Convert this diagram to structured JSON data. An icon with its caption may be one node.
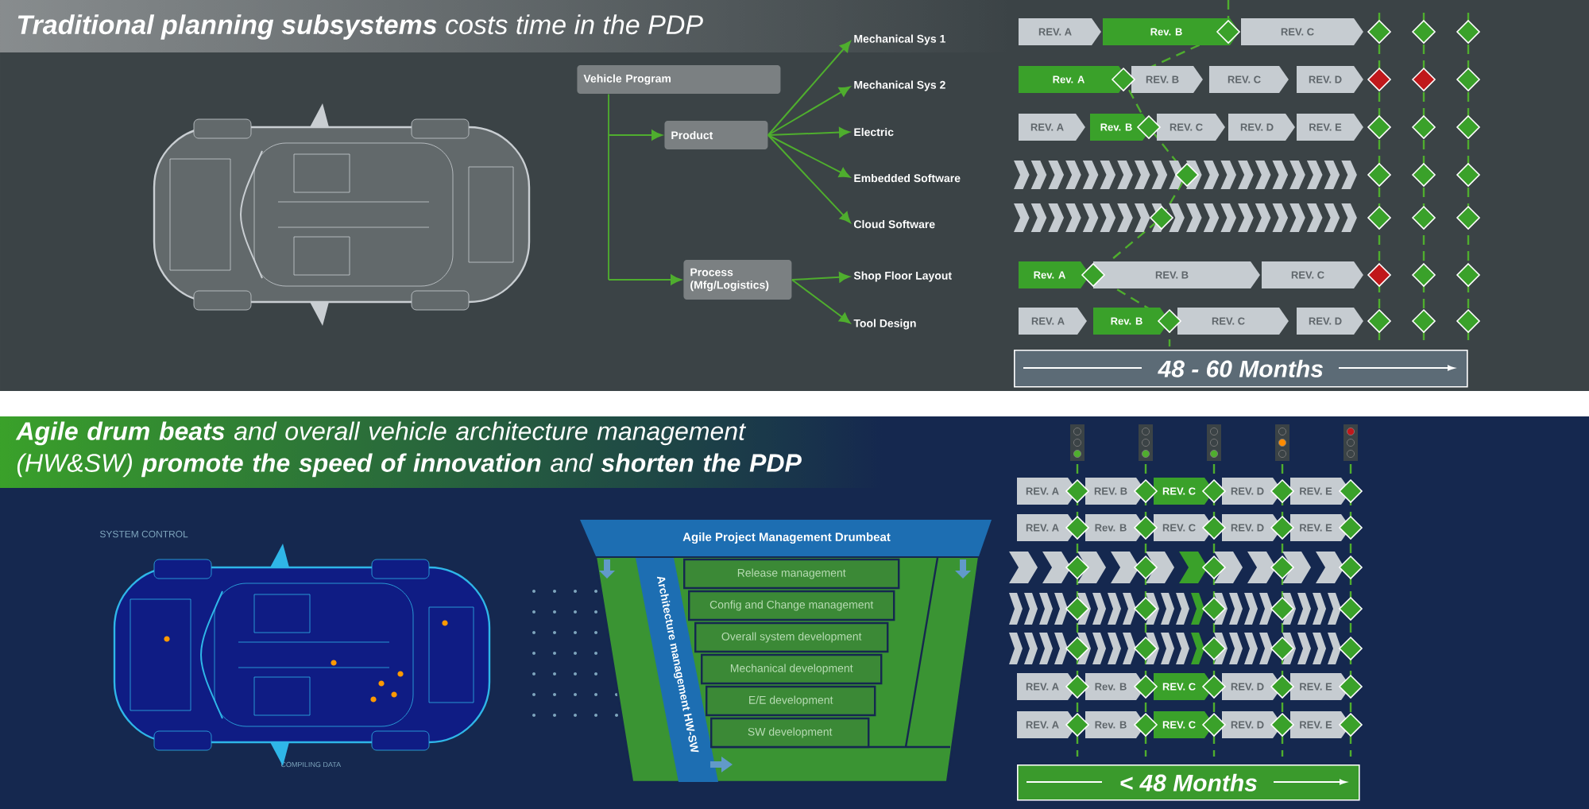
{
  "diagram": {
    "nodes": [
      {
        "text": [
          "Vehicle Program"
        ]
      },
      {
        "text": [
          "Product"
        ]
      },
      {
        "text": [
          "Process (Mfg/Logistics)"
        ]
      },
      {
        "text": [
          "Mechanical Sys 1"
        ]
      },
      {
        "text": [
          "Mechanical Sys 2"
        ]
      },
      {
        "text": [
          "Electric"
        ]
      },
      {
        "text": [
          "Embedded Software"
        ]
      },
      {
        "text": [
          "Cloud Software"
        ]
      },
      {
        "text": [
          "Shop Floor Layout"
        ]
      },
      {
        "text": [
          "Tool Design"
        ]
      },
      {
        "text": [
          "REV. A"
        ]
      },
      {
        "text": [
          "Rev. B"
        ]
      },
      {
        "text": [
          "REV. C"
        ]
      },
      {
        "text": [
          "Rev. A"
        ]
      },
      {
        "text": [
          "REV. B"
        ]
      },
      {
        "text": [
          "REV. C"
        ]
      },
      {
        "text": [
          "REV. D"
        ]
      },
      {
        "text": [
          "REV. A"
        ]
      },
      {
        "text": [
          "Rev. B"
        ]
      },
      {
        "text": [
          "REV. C"
        ]
      },
      {
        "text": [
          "REV. D"
        ]
      },
      {
        "text": [
          "REV. E"
        ]
      },
      {
        "text": [
          "Rev. A"
        ]
      },
      {
        "text": [
          "REV. B"
        ]
      },
      {
        "text": [
          "REV. C"
        ]
      },
      {
        "text": [
          "REV. A"
        ]
      },
      {
        "text": [
          "Rev. B"
        ]
      },
      {
        "text": [
          "REV. C"
        ]
      },
      {
        "text": [
          "REV. D"
        ]
      },
      {
        "text": [
          "48 - 60 Months"
        ]
      },
      {
        "text": [
          "Agile Project Management Drumbeat"
        ]
      },
      {
        "text": [
          "Architecture management HW-SW"
        ]
      },
      {
        "text": [
          "Release management"
        ]
      },
      {
        "text": [
          "Config and Change management"
        ]
      },
      {
        "text": [
          "Overall system development"
        ]
      },
      {
        "text": [
          "Mechanical development"
        ]
      },
      {
        "text": [
          "E/E development"
        ]
      },
      {
        "text": [
          "SW development"
        ]
      },
      {
        "text": [
          "REV. A"
        ]
      },
      {
        "text": [
          "REV. B"
        ]
      },
      {
        "text": [
          "REV. C"
        ]
      },
      {
        "text": [
          "REV. D"
        ]
      },
      {
        "text": [
          "REV. E"
        ]
      },
      {
        "text": [
          "REV. A"
        ]
      },
      {
        "text": [
          "Rev. B"
        ]
      },
      {
        "text": [
          "REV. C"
        ]
      },
      {
        "text": [
          "REV. D"
        ]
      },
      {
        "text": [
          "REV. E"
        ]
      },
      {
        "text": [
          "REV. A"
        ]
      },
      {
        "text": [
          "Rev. B"
        ]
      },
      {
        "text": [
          "REV. C"
        ]
      },
      {
        "text": [
          "REV. D"
        ]
      },
      {
        "text": [
          "REV. E"
        ]
      },
      {
        "text": [
          "REV. A"
        ]
      },
      {
        "text": [
          "Rev. B"
        ]
      },
      {
        "text": [
          "REV. C"
        ]
      },
      {
        "text": [
          "REV. D"
        ]
      },
      {
        "text": [
          "REV. E"
        ]
      },
      {
        "text": [
          "< 48 Months"
        ]
      }
    ],
    "edges": [
      {
        "from": 0,
        "to": 1,
        "arrow": "to"
      },
      {
        "from": 0,
        "to": 2,
        "arrow": "to"
      },
      {
        "from": 1,
        "to": 3,
        "arrow": "to"
      },
      {
        "from": 1,
        "to": 4,
        "arrow": "to"
      },
      {
        "from": 1,
        "to": 5,
        "arrow": "to"
      },
      {
        "from": 1,
        "to": 6,
        "arrow": "to"
      },
      {
        "from": 1,
        "to": 7,
        "arrow": "to"
      },
      {
        "from": 2,
        "to": 8,
        "arrow": "to"
      },
      {
        "from": 2,
        "to": 9,
        "arrow": "to"
      }
    ],
    "labels": [
      "**Traditional planning subsystems** costs time in the PDP",
      "**Agile drum beats** and overall vehicle architecture management (HW&SW) **promote the speed of innovation** and **shorten the PDP**",
      "SYSTEM CONTROL",
      "COMPILING DATA"
    ]
  }
}
